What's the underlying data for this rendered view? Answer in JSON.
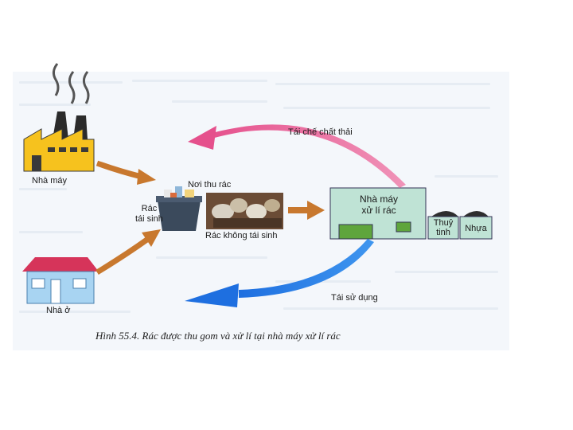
{
  "diagram": {
    "factory_label": "Nhà máy",
    "house_label": "Nhà ở",
    "collection_label": "Nơi thu rác",
    "recyclable_label_line1": "Rác",
    "recyclable_label_line2": "tái sinh",
    "nonrecyclable_label": "Rác không tái sinh",
    "plant_label_line1": "Nhà máy",
    "plant_label_line2": "xử lí rác",
    "glass_label_line1": "Thuỷ",
    "glass_label_line2": "tinh",
    "plastic_label": "Nhựa",
    "recycle_waste_label": "Tái chế chất thải",
    "reuse_label": "Tái sử dụng",
    "caption": "Hình 55.4. Rác được thu gom và xử lí tại nhà máy xử lí rác"
  },
  "colors": {
    "pink_arrow": "#e5508c",
    "blue_arrow": "#2f7fe0",
    "brown_arrow": "#c8782e",
    "factory_yellow": "#f6c21e",
    "plant_green": "#bfe3d5",
    "house_blue": "#a8d4f2",
    "house_roof": "#d6345a"
  }
}
